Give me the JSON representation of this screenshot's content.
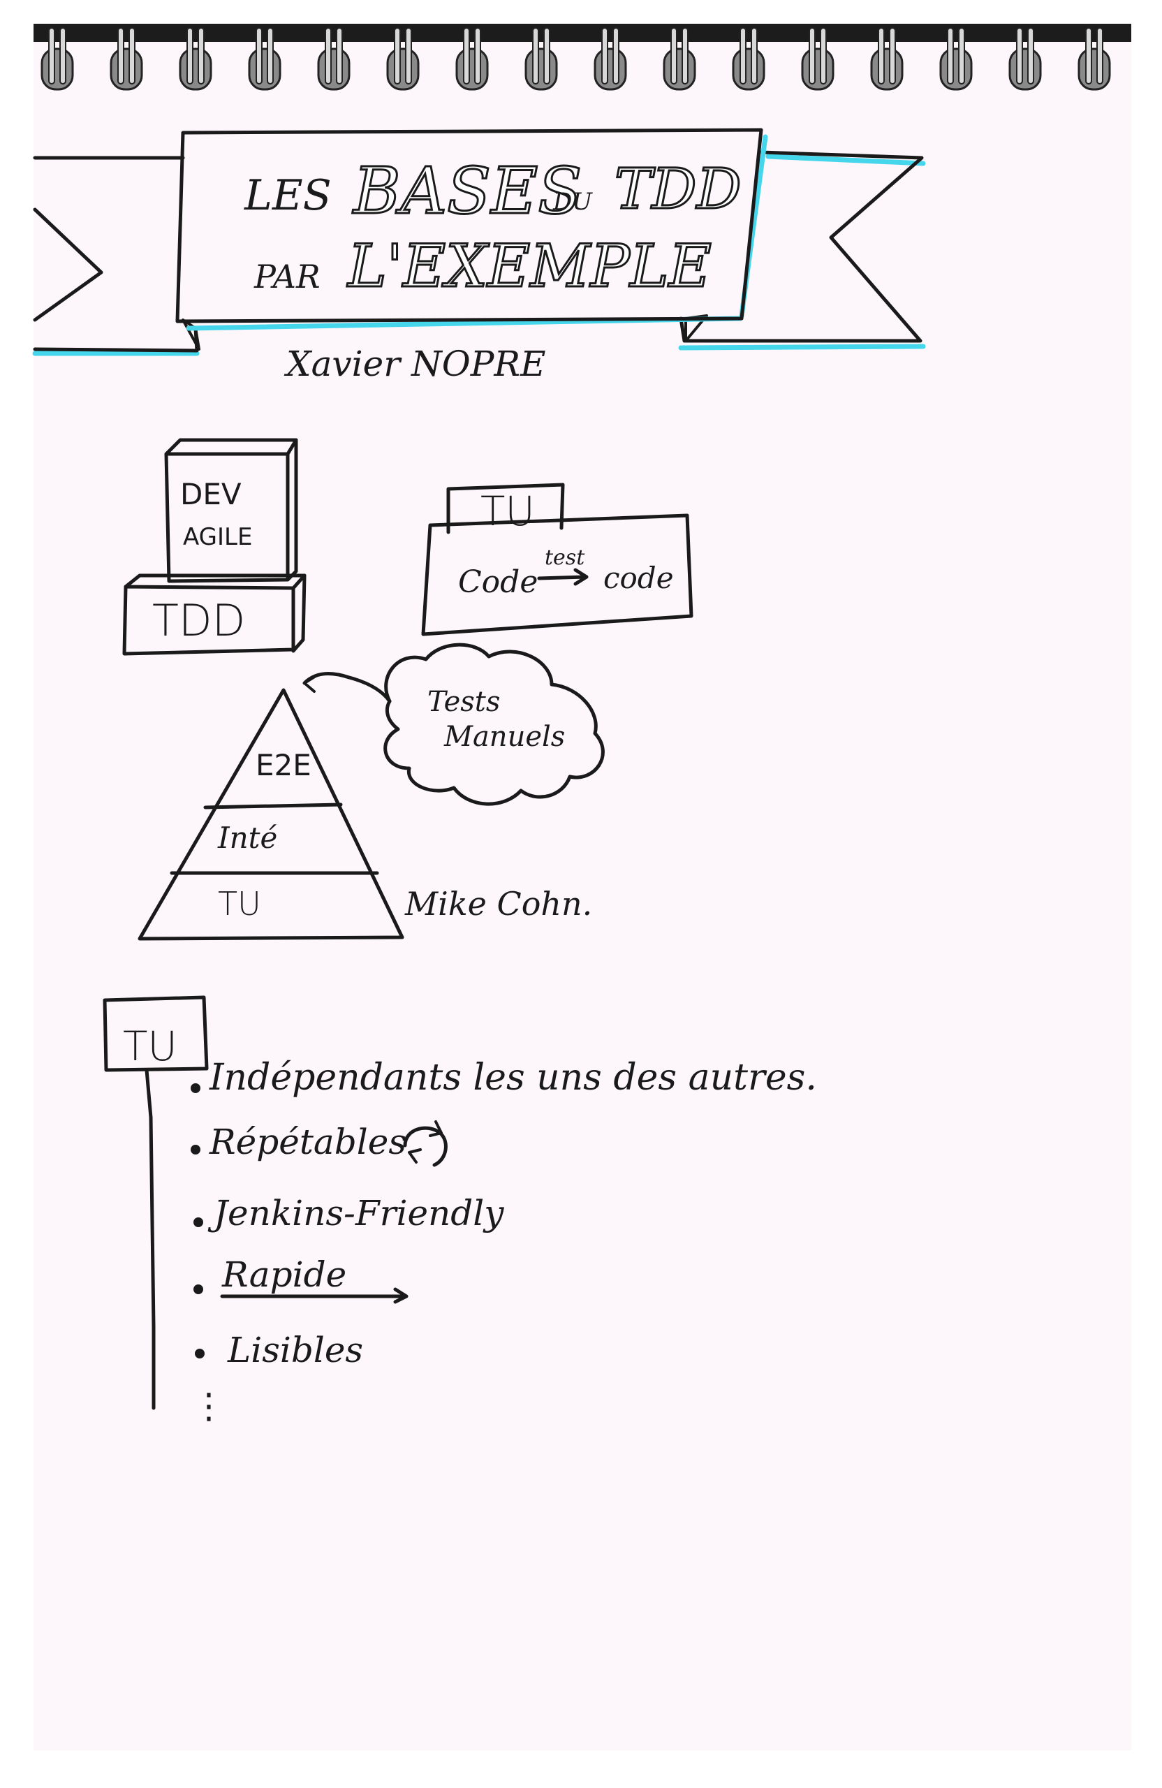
{
  "title": {
    "line1_prefix": "LES",
    "line1_big": "BASES",
    "line1_small": "DU",
    "line1_end": "TDD",
    "line2_prefix": "PAR",
    "line2_big": "L'EXEMPLE"
  },
  "author": "Xavier NOPRE",
  "stack": {
    "top": [
      "DEV",
      "AGILE"
    ],
    "bottom": "TDD"
  },
  "tu_box": {
    "tab": "TU",
    "from": "Code",
    "arrow_label": "test",
    "to": "code"
  },
  "pyramid": {
    "levels": [
      "E2E",
      "Inté",
      "TU"
    ],
    "cloud": [
      "Tests",
      "Manuels"
    ],
    "credit": "Mike Cohn."
  },
  "tu_list": {
    "tab": "TU",
    "items": [
      "Indépendants les uns des autres.",
      "Répétables",
      "Jenkins-Friendly",
      "Rapide",
      "Lisibles"
    ],
    "ellipsis": "⋮"
  },
  "colors": {
    "ink": "#1a1a1a",
    "highlight": "#46d6ec",
    "paper": "#fdf7fb"
  },
  "icons": [
    "spiral-binding-icon",
    "refresh-cycle-icon",
    "arrow-right-icon"
  ]
}
